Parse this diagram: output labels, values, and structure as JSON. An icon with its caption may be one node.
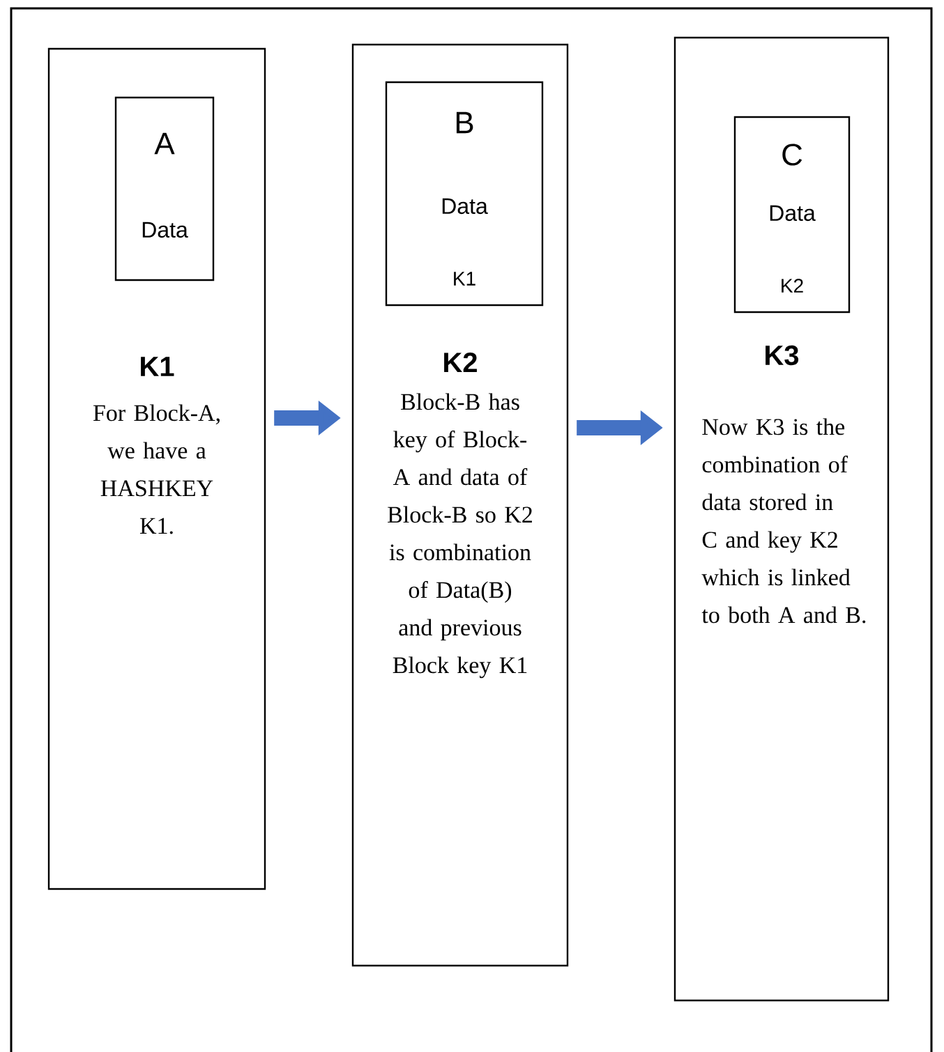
{
  "diagram": {
    "nodes": [
      {
        "text": [
          "K1",
          "For Block-A, we have a HASHKEY K1."
        ]
      },
      {
        "text": [
          "A",
          "Data"
        ],
        "in": 0
      },
      {
        "text": [
          "K2",
          "Block-B has key of Block-A and data of Block-B so K2 is combination of Data(B) and previous Block key K1"
        ]
      },
      {
        "text": [
          "B",
          "Data",
          "K1"
        ],
        "in": 2
      },
      {
        "text": [
          "K3",
          "Now K3 is the combination of data stored in C and key K2 which is linked to both A and B."
        ]
      },
      {
        "text": [
          "C",
          "Data",
          "K2"
        ],
        "in": 4
      }
    ],
    "edges": [
      {
        "from": 0,
        "to": 2,
        "arrow": "to"
      },
      {
        "from": 2,
        "to": 4,
        "arrow": "to"
      }
    ]
  }
}
